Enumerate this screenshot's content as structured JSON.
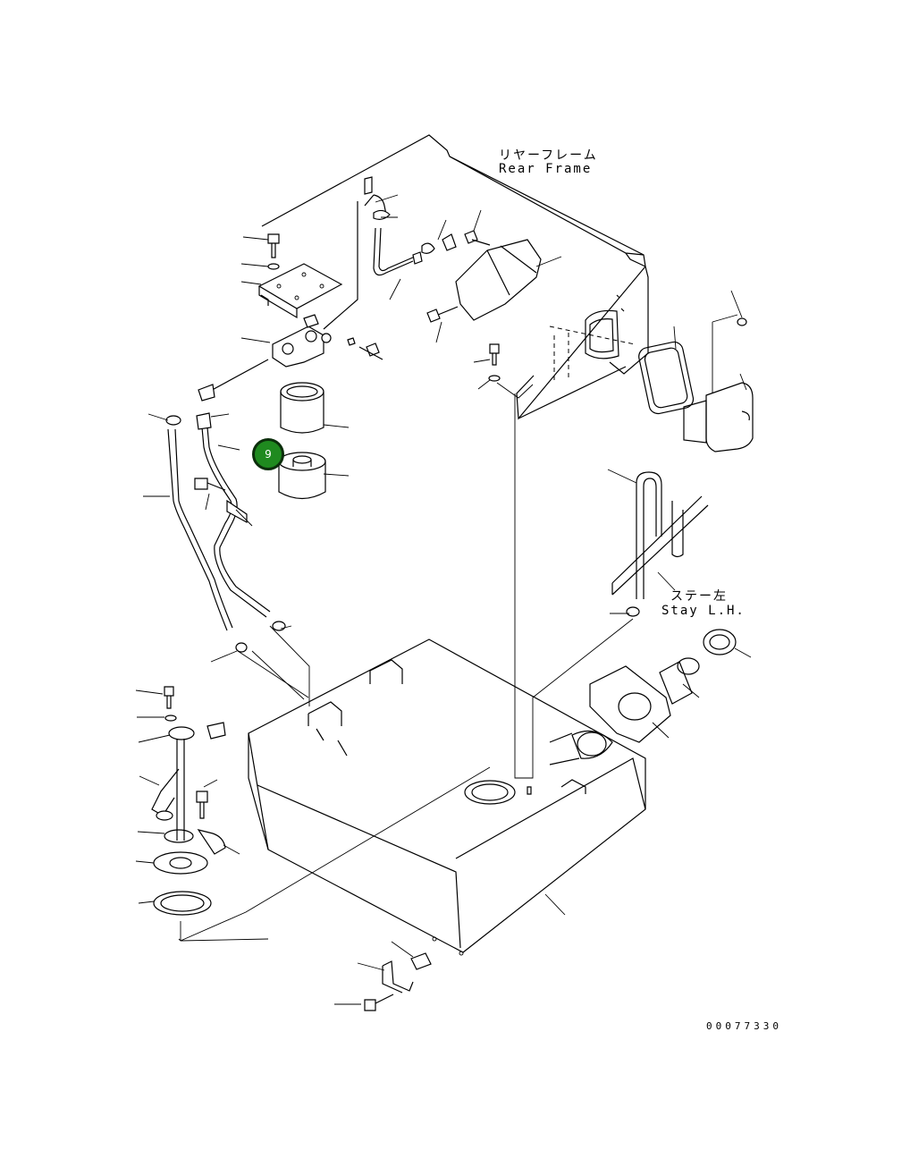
{
  "labels": {
    "rear_frame_jp": "リヤーフレーム",
    "rear_frame_en": "Rear Frame",
    "stay_jp": "ステー左",
    "stay_en": "Stay L.H."
  },
  "callout": {
    "number": "9",
    "color": "#1f8a1f"
  },
  "drawing_code": "00077330"
}
